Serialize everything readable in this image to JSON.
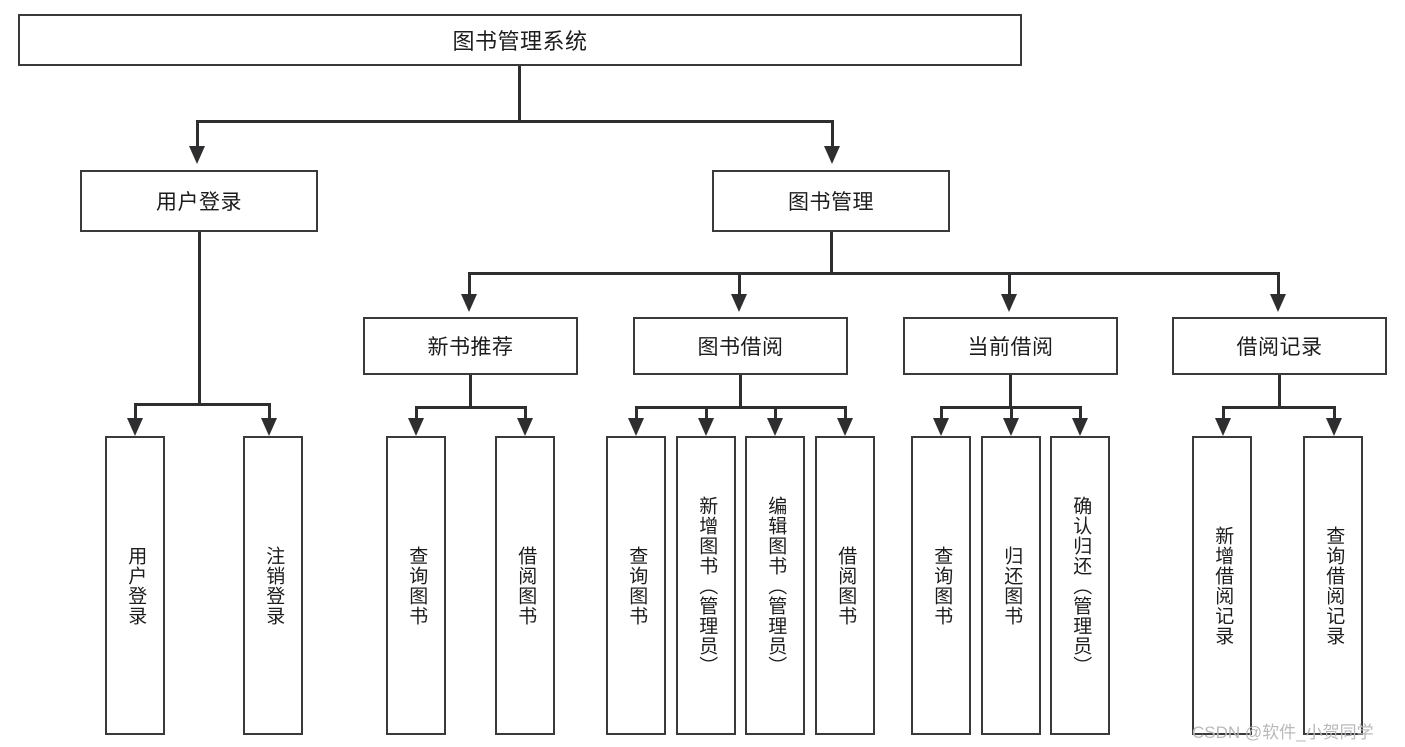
{
  "diagram": {
    "type": "tree-hierarchy-chart",
    "title": "图书管理系统",
    "background_color": "#ffffff",
    "border_color": "#3a3a3c",
    "text_color": "#1c1c1e",
    "connector_color": "#2e2e30"
  },
  "root": {
    "label": "图书管理系统"
  },
  "level2": [
    {
      "label": "用户登录"
    },
    {
      "label": "图书管理"
    }
  ],
  "level3": [
    {
      "label": "新书推荐"
    },
    {
      "label": "图书借阅"
    },
    {
      "label": "当前借阅"
    },
    {
      "label": "借阅记录"
    }
  ],
  "leaves": {
    "user_login": [
      {
        "label": "用户登录"
      },
      {
        "label": "注销登录"
      }
    ],
    "new_book": [
      {
        "label": "查询图书"
      },
      {
        "label": "借阅图书"
      }
    ],
    "book_borrow": [
      {
        "label": "查询图书"
      },
      {
        "label": "新增图书（管理员）"
      },
      {
        "label": "编辑图书（管理员）"
      },
      {
        "label": "借阅图书"
      }
    ],
    "current_borrow": [
      {
        "label": "查询图书"
      },
      {
        "label": "归还图书"
      },
      {
        "label": "确认归还（管理员）"
      }
    ],
    "borrow_record": [
      {
        "label": "新增借阅记录"
      },
      {
        "label": "查询借阅记录"
      }
    ]
  },
  "watermark": {
    "text": "CSDN @软件_小贺同学"
  }
}
